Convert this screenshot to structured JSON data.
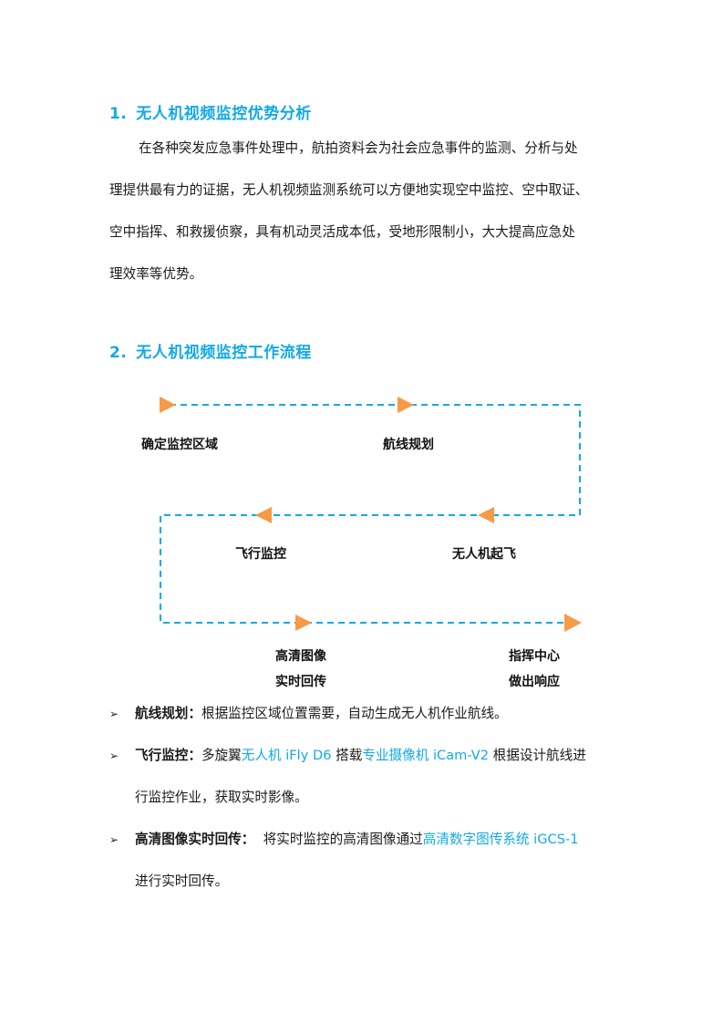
{
  "section1": {
    "number": "1.",
    "title": "无人机视频监控优势分析",
    "paragraph_lines": [
      "在各种突发应急事件处理中，航拍资料会为社会应急事件的监测、分析与处",
      "理提供最有力的证据，无人机视频监测系统可以方便地实现空中监控、空中取证、",
      "空中指挥、和救援侦察，具有机动灵活成本低，受地形限制小，大大提高应急处",
      "理效率等优势。"
    ]
  },
  "section2": {
    "number": "2.",
    "title": "无人机视频监控工作流程"
  },
  "flow": {
    "line_color": "#12a9e6",
    "arrow_color": "#f79a46",
    "steps": [
      {
        "label_lines": [
          "确定监控区域"
        ]
      },
      {
        "label_lines": [
          "航线规划"
        ]
      },
      {
        "label_lines": [
          "无人机起飞"
        ]
      },
      {
        "label_lines": [
          "飞行监控"
        ]
      },
      {
        "label_lines": [
          "高清图像",
          "实时回传"
        ]
      },
      {
        "label_lines": [
          "指挥中心",
          "做出响应"
        ]
      }
    ]
  },
  "bullets": [
    {
      "marker": "➢",
      "term": "航线规划：",
      "lines": [
        [
          {
            "text": "根据监控区域位置需要，自动生成无人机作业航线。",
            "link": false
          }
        ]
      ]
    },
    {
      "marker": "➢",
      "term": "飞行监控：",
      "lines": [
        [
          {
            "text": "多旋翼",
            "link": false
          },
          {
            "text": "无人机 iFly D6",
            "link": true
          },
          {
            "text": " 搭载",
            "link": false
          },
          {
            "text": "专业摄像机 iCam-V2",
            "link": true
          },
          {
            "text": " 根据设计航线进",
            "link": false
          }
        ],
        [
          {
            "text": "行监控作业，获取实时影像。",
            "link": false
          }
        ]
      ]
    },
    {
      "marker": "➢",
      "term": "高清图像实时回传：",
      "lines": [
        [
          {
            "text": "  将实时监控的高清图像通过",
            "link": false
          },
          {
            "text": "高清数字图传系统 iGCS-1",
            "link": true
          }
        ],
        [
          {
            "text": "进行实时回传。",
            "link": false
          }
        ]
      ]
    }
  ]
}
